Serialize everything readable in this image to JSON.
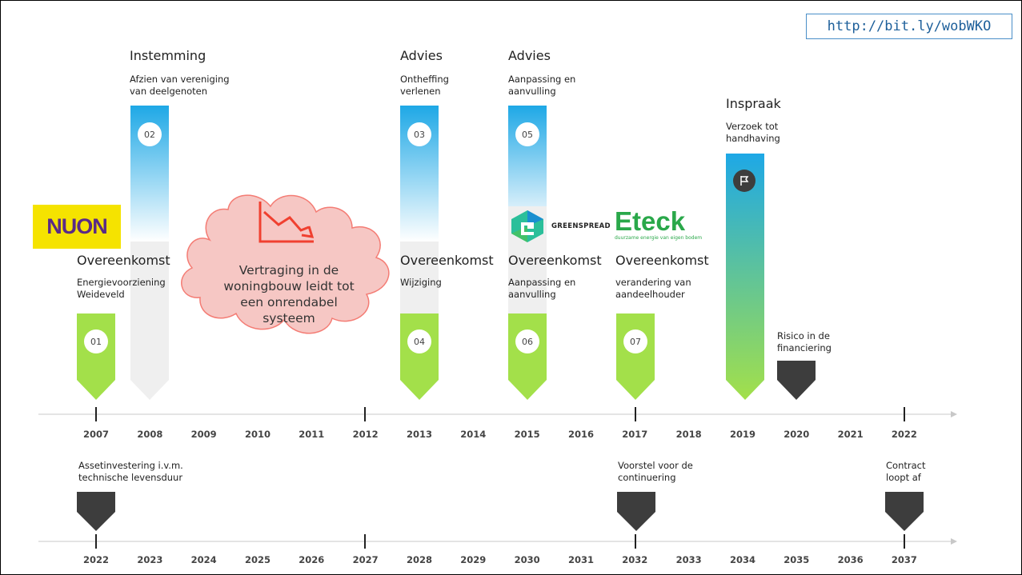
{
  "url": "http://bit.ly/wobWKO",
  "top_events": [
    {
      "heading": "Instemming",
      "sub": "Afzien van vereniging\nvan deelgenoten",
      "number": "02"
    },
    {
      "heading": "Advies",
      "sub": "Ontheffing\nverlenen",
      "number": "03"
    },
    {
      "heading": "Advies",
      "sub": "Aanpassing en\naanvulling",
      "number": "05"
    },
    {
      "heading": "Inspraak",
      "sub": "Verzoek tot\nhandhaving"
    }
  ],
  "bottom_events": [
    {
      "heading": "Overeenkomst",
      "sub": "Energievoorziening\nWeideveld",
      "number": "01"
    },
    {
      "heading": "Overeenkomst",
      "sub": "Wijziging",
      "number": "04"
    },
    {
      "heading": "Overeenkomst",
      "sub": "Aanpassing en\naanvulling",
      "number": "06"
    },
    {
      "heading": "Overeenkomst",
      "sub": "verandering van\naandeelhouder",
      "number": "07"
    }
  ],
  "risk_note": "Risico in de\nfinanciering",
  "cloud_text": "Vertraging in de\nwoningbouw leidt tot\neen onrendabel\nsysteem",
  "logos": {
    "nuon": "NUON",
    "greenspread": "GREENSPREAD",
    "eteck": "Eteck",
    "eteck_tagline": "duurzame energie van eigen bodem"
  },
  "timeline1_years": [
    "2007",
    "2008",
    "2009",
    "2010",
    "2011",
    "2012",
    "2013",
    "2014",
    "2015",
    "2016",
    "2017",
    "2018",
    "2019",
    "2020",
    "2021",
    "2022"
  ],
  "timeline2_years": [
    "2022",
    "2023",
    "2024",
    "2025",
    "2026",
    "2027",
    "2028",
    "2029",
    "2030",
    "2031",
    "2032",
    "2033",
    "2034",
    "2035",
    "2036",
    "2037"
  ],
  "timeline2_notes": [
    "Assetinvestering i.v.m.\ntechnische levensduur",
    "Voorstel voor de\ncontinuering",
    "Contract\nloopt af"
  ],
  "icons": [
    "flag-icon",
    "declining-chart-icon"
  ],
  "colors": {
    "green": "#a3e04a",
    "blue": "#1ea8e6",
    "grey_bar": "#efefef",
    "dark_marker": "#3d3d3d",
    "cloud_fill": "#f6c7c4",
    "cloud_stroke": "#f47c74",
    "chart_icon": "#f04030"
  }
}
